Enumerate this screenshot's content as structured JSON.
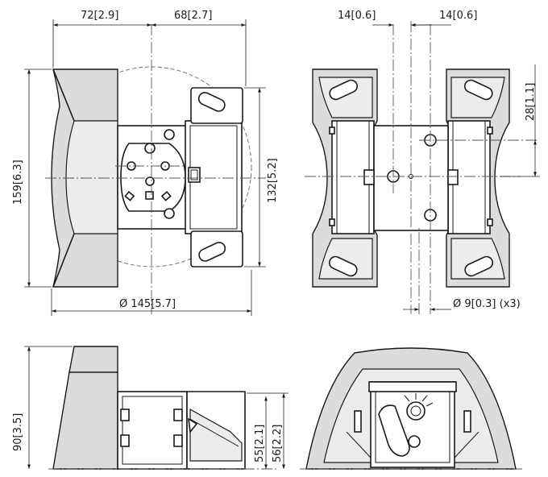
{
  "views": {
    "top_left": {
      "width_left": "72",
      "width_left_in": "2.9",
      "width_right": "68",
      "width_right_in": "2.7",
      "height_total": "159",
      "height_total_in": "6.3",
      "height_plate": "132",
      "height_plate_in": "5.2",
      "diameter_symbol": "Ø",
      "diameter": "145",
      "diameter_in": "5.7"
    },
    "top_right": {
      "offset_left": "14",
      "offset_left_in": "0.6",
      "offset_right": "14",
      "offset_right_in": "0.6",
      "hole_offset": "28",
      "hole_offset_in": "1.1",
      "diameter_symbol": "Ø",
      "hole_diameter": "9",
      "hole_diameter_in": "0.3",
      "hole_count": "(x3)"
    },
    "bottom_left": {
      "height": "90",
      "height_in": "3.5",
      "height_a": "55",
      "height_a_in": "2.1",
      "height_b": "56",
      "height_b_in": "2.2"
    }
  }
}
